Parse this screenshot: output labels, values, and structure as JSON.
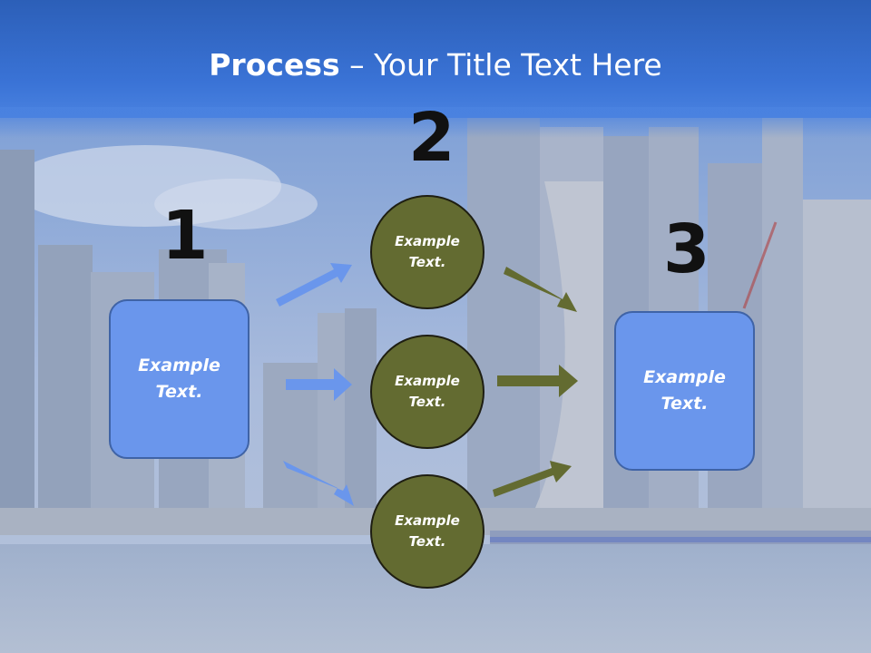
{
  "title": {
    "bold": "Process",
    "rest": " – Your Title Text Here"
  },
  "steps": [
    {
      "number": "1",
      "text_line1": "Example",
      "text_line2": "Text."
    },
    {
      "number": "2",
      "items": [
        {
          "text_line1": "Example",
          "text_line2": "Text."
        },
        {
          "text_line1": "Example",
          "text_line2": "Text."
        },
        {
          "text_line1": "Example",
          "text_line2": "Text."
        }
      ]
    },
    {
      "number": "3",
      "text_line1": "Example",
      "text_line2": "Text."
    }
  ],
  "colors": {
    "header": "#3a73d6",
    "box_fill": "#6a96ec",
    "circle_fill": "#636b31",
    "arrow_blue": "#6a96ec",
    "arrow_olive": "#636b31"
  }
}
